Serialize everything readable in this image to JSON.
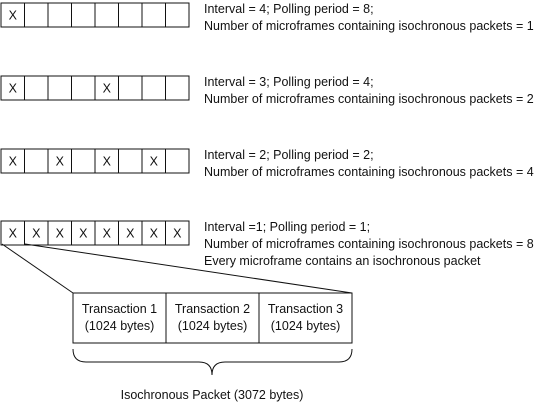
{
  "rows": [
    {
      "cells": [
        true,
        false,
        false,
        false,
        false,
        false,
        false,
        false
      ],
      "lines": [
        "Interval = 4; Polling period = 8;",
        "Number of microframes containing isochronous packets = 1"
      ]
    },
    {
      "cells": [
        true,
        false,
        false,
        false,
        true,
        false,
        false,
        false
      ],
      "lines": [
        "Interval = 3; Polling period = 4;",
        "Number of microframes containing isochronous packets = 2"
      ]
    },
    {
      "cells": [
        true,
        false,
        true,
        false,
        true,
        false,
        true,
        false
      ],
      "lines": [
        "Interval = 2; Polling period = 2;",
        "Number of microframes containing isochronous packets = 4"
      ]
    },
    {
      "cells": [
        true,
        true,
        true,
        true,
        true,
        true,
        true,
        true
      ],
      "lines": [
        "Interval =1; Polling period = 1;",
        "Number of microframes containing isochronous packets = 8",
        "Every microframe contains an isochronous packet"
      ]
    }
  ],
  "mark": "X",
  "transactions": [
    {
      "title": "Transaction 1",
      "size": "(1024 bytes)"
    },
    {
      "title": "Transaction 2",
      "size": "(1024 bytes)"
    },
    {
      "title": "Transaction 3",
      "size": "(1024 bytes)"
    }
  ],
  "packet_label": "Isochronous Packet (3072 bytes)"
}
